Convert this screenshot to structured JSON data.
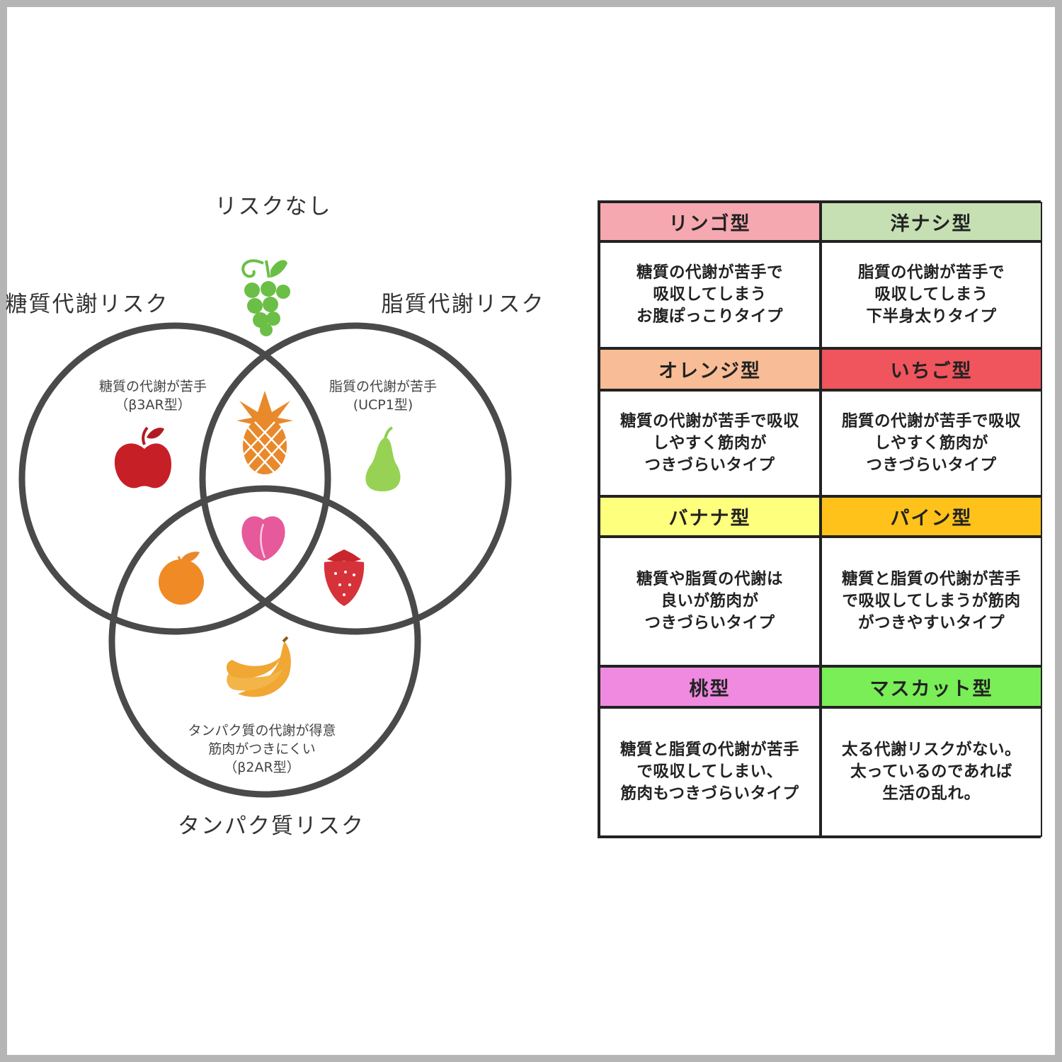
{
  "venn": {
    "label_none": "リスクなし",
    "label_sugar": "糖質代謝リスク",
    "label_fat": "脂質代謝リスク",
    "label_protein": "タンパク質リスク",
    "region_sugar": [
      "糖質の代謝が苦手",
      "（β3AR型）"
    ],
    "region_fat": [
      "脂質の代謝が苦手",
      "(UCP1型)"
    ],
    "region_protein": [
      "タンパク質の代謝が得意",
      "筋肉がつきにくい",
      "（β2AR型）"
    ],
    "fruit_icons": [
      "grape-icon",
      "apple-icon",
      "pineapple-icon",
      "pear-icon",
      "peach-icon",
      "orange-icon",
      "strawberry-icon",
      "banana-icon"
    ]
  },
  "table": {
    "rows": [
      [
        {
          "name": "リンゴ型",
          "color": "#f5a8b0",
          "lines": [
            "糖質の代謝が苦手で",
            "吸収してしまう",
            "お腹ぽっこりタイプ"
          ]
        },
        {
          "name": "洋ナシ型",
          "color": "#c6e0b4",
          "lines": [
            "脂質の代謝が苦手で",
            "吸収してしまう",
            "下半身太りタイプ"
          ]
        }
      ],
      [
        {
          "name": "オレンジ型",
          "color": "#f8bd96",
          "lines": [
            "糖質の代謝が苦手で吸収",
            "しやすく筋肉が",
            "つきづらいタイプ"
          ]
        },
        {
          "name": "いちご型",
          "color": "#f0545c",
          "lines": [
            "脂質の代謝が苦手で吸収",
            "しやすく筋肉が",
            "つきづらいタイプ"
          ]
        }
      ],
      [
        {
          "name": "バナナ型",
          "color": "#ffff7e",
          "lines": [
            "糖質や脂質の代謝は",
            "良いが筋肉が",
            "つきづらいタイプ"
          ]
        },
        {
          "name": "パイン型",
          "color": "#ffc21a",
          "lines": [
            "糖質と脂質の代謝が苦手",
            "で吸収してしまうが筋肉",
            "がつきやすいタイプ"
          ]
        }
      ],
      [
        {
          "name": "桃型",
          "color": "#ef8ae0",
          "lines": [
            "糖質と脂質の代謝が苦手",
            "で吸収してしまい、",
            "筋肉もつきづらいタイプ"
          ]
        },
        {
          "name": "マスカット型",
          "color": "#79ee57",
          "lines": [
            "太る代謝リスクがない。",
            "太っているのであれば",
            "生活の乱れ。"
          ]
        }
      ]
    ]
  }
}
